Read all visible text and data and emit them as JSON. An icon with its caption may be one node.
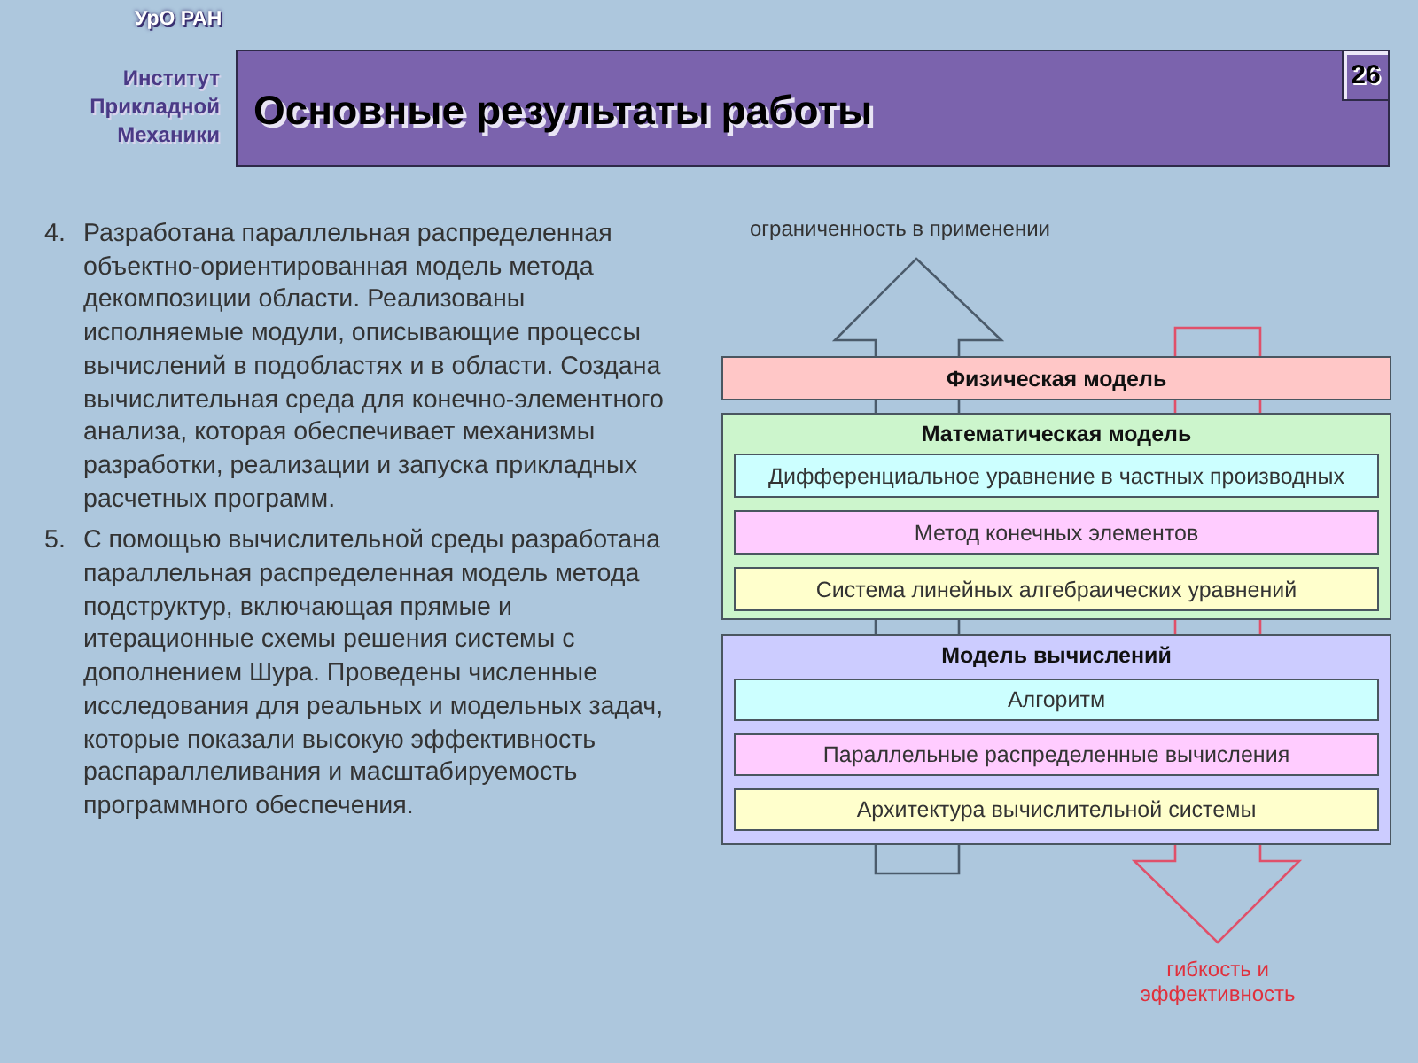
{
  "diagram": {
    "title": "Основные результаты работы",
    "nodes": [
      {
        "text": [
          "Физическая модель"
        ]
      },
      {
        "text": [
          "Математическая модель"
        ]
      },
      {
        "text": [
          "Дифференциальное уравнение в частных производных"
        ],
        "in": 1
      },
      {
        "text": [
          "Метод конечных элементов"
        ],
        "in": 1
      },
      {
        "text": [
          "Система линейных алгебраических уравнений"
        ],
        "in": 1
      },
      {
        "text": [
          "Модель вычислений"
        ]
      },
      {
        "text": [
          "Алгоритм"
        ],
        "in": 5
      },
      {
        "text": [
          "Параллельные распределенные вычисления"
        ],
        "in": 5
      },
      {
        "text": [
          "Архитектура вычислительной системы"
        ],
        "in": 5
      }
    ],
    "labels": [
      "УрО РАН",
      "Институт Прикладной Механики",
      "26",
      "4.",
      "Разработана параллельная распределенная объектно-ориентированная модель метода декомпозиции области. Реализованы исполняемые модули, описывающие процессы вычислений в подобластях и в области. Создана вычислительная среда для конечно-элементного анализа, которая обеспечивает механизмы разработки, реализации и запуска прикладных расчетных программ.",
      "5.",
      "С помощью вычислительной среды разработана параллельная распределенная модель метода подструктур, включающая прямые и итерационные схемы решения системы с дополнением Шура. Проведены численные исследования для реальных и модельных задач, которые показали высокую эффективность распараллеливания и масштабируемость программного обеспечения.",
      "ограниченность в применении",
      "гибкость и эффективность"
    ]
  }
}
